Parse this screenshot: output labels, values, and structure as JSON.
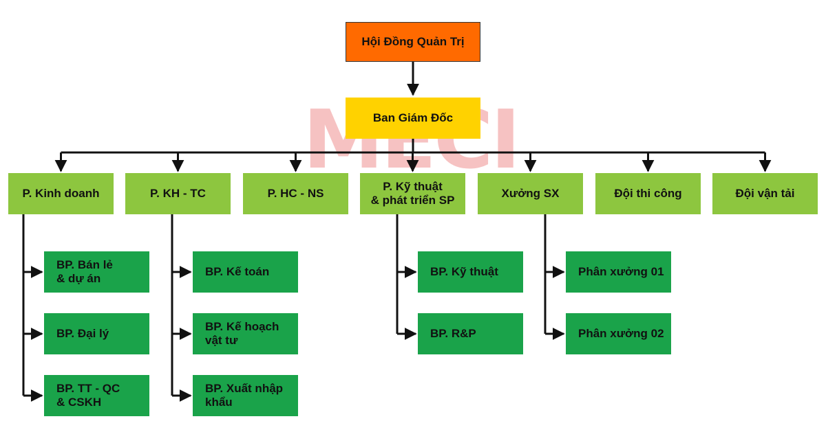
{
  "watermark": {
    "text": "MECI"
  },
  "board": {
    "label": "Hội Đồng Quản Trị"
  },
  "directors": {
    "label": "Ban Giám Đốc"
  },
  "departments": [
    {
      "label": "P. Kinh doanh",
      "subs": [
        "BP. Bán lẻ\n& dự án",
        "BP. Đại lý",
        "BP. TT - QC\n& CSKH"
      ]
    },
    {
      "label": "P. KH - TC",
      "subs": [
        "BP. Kế toán",
        "BP. Kế hoạch\nvật tư",
        "BP. Xuất nhập\nkhẩu"
      ]
    },
    {
      "label": "P. HC - NS",
      "subs": []
    },
    {
      "label": "P. Kỹ thuật\n& phát triển SP",
      "subs": [
        "BP. Kỹ thuật",
        "BP. R&P"
      ]
    },
    {
      "label": "Xưởng SX",
      "subs": [
        "Phân xưởng 01",
        "Phân xưởng 02"
      ]
    },
    {
      "label": "Đội thi công",
      "subs": []
    },
    {
      "label": "Đội vận tải",
      "subs": []
    }
  ],
  "colors": {
    "board": "#ff6a00",
    "directors": "#ffd200",
    "department": "#8dc63f",
    "sub_department": "#1aa34a",
    "connector": "#111111"
  }
}
